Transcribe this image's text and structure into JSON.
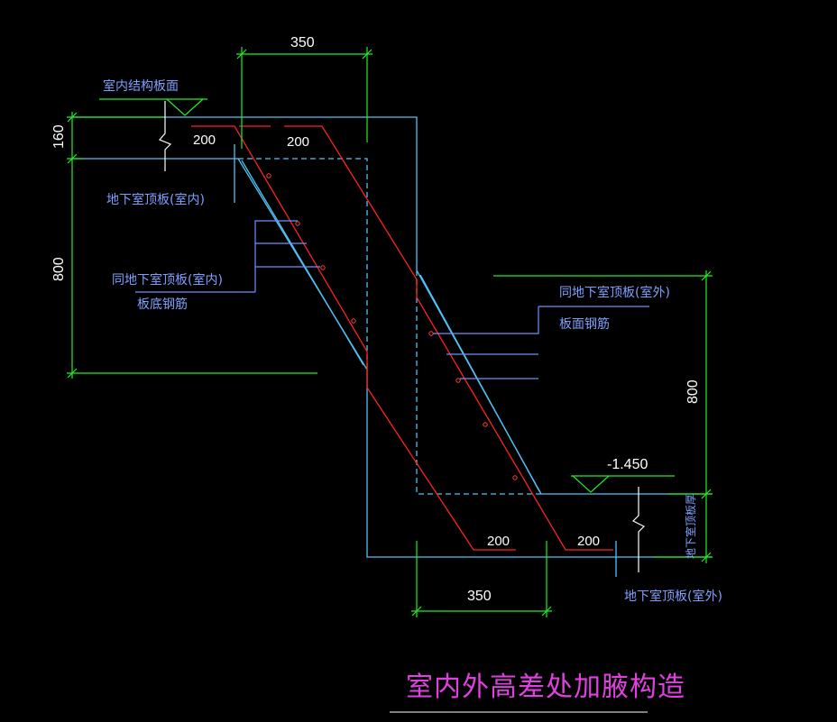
{
  "dimensions": {
    "top_width": "350",
    "bottom_width": "350",
    "left_height_small": "160",
    "left_height": "800",
    "right_height": "800",
    "cover_top_left": "200",
    "cover_top_right": "200",
    "cover_bottom_left": "200",
    "cover_bottom_right": "200",
    "elevation": "-1.450"
  },
  "labels": {
    "indoor_struct_surface": "室内结构板面",
    "basement_roof_indoor": "地下室顶板(室内)",
    "same_roof_indoor_line1": "同地下室顶板(室内)",
    "same_roof_indoor_line2": "板底钢筋",
    "same_roof_outdoor_line1": "同地下室顶板(室外)",
    "same_roof_outdoor_line2": "板面钢筋",
    "basement_roof_thickness": "地下室顶板厚",
    "basement_roof_outdoor": "地下室顶板(室外)"
  },
  "title": "室内外高差处加腋构造",
  "colors": {
    "background": "#000000",
    "concrete_outline": "#4fc3f7",
    "rebar": "#ff2020",
    "dimension": "#22ee22",
    "label": "#7f9fff",
    "title": "#e040e0"
  }
}
